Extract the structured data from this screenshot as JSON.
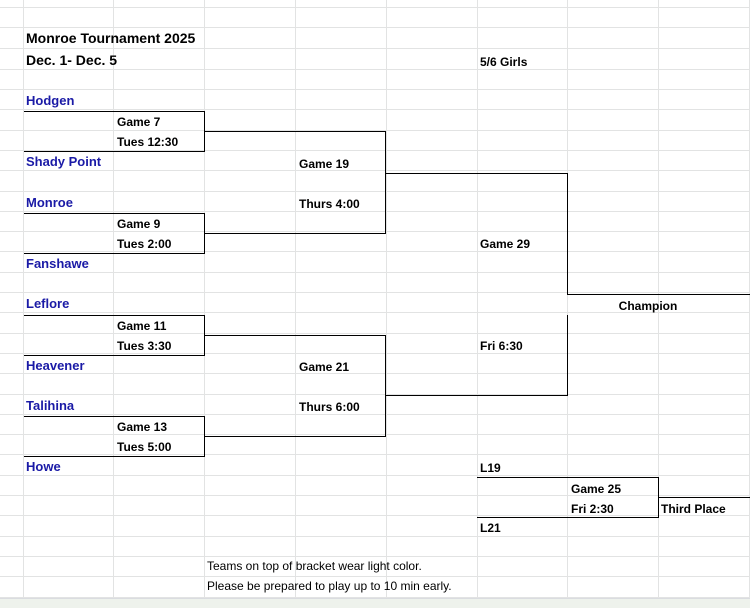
{
  "header": {
    "title": "Monroe Tournament 2025",
    "dates": "Dec. 1- Dec. 5",
    "division": "5/6 Girls"
  },
  "teams": [
    "Hodgen",
    "Shady Point",
    "Monroe",
    "Fanshawe",
    "Leflore",
    "Heavener",
    "Talihina",
    "Howe"
  ],
  "round1": [
    {
      "game": "Game 7",
      "time": "Tues 12:30"
    },
    {
      "game": "Game 9",
      "time": "Tues 2:00"
    },
    {
      "game": "Game 11",
      "time": "Tues 3:30"
    },
    {
      "game": "Game 13",
      "time": "Tues 5:00"
    }
  ],
  "semis": [
    {
      "game": "Game 19",
      "time": "Thurs 4:00"
    },
    {
      "game": "Game 21",
      "time": "Thurs 6:00"
    }
  ],
  "final": {
    "game": "Game 29",
    "time": "Fri 6:30",
    "label": "Champion"
  },
  "consolation": {
    "top": "L19",
    "bottom": "L21",
    "game": "Game 25",
    "time": "Fri 2:30",
    "label": "Third Place"
  },
  "notes": [
    "Teams on top of bracket wear light color.",
    "Please be prepared to play up to 10 min early."
  ]
}
